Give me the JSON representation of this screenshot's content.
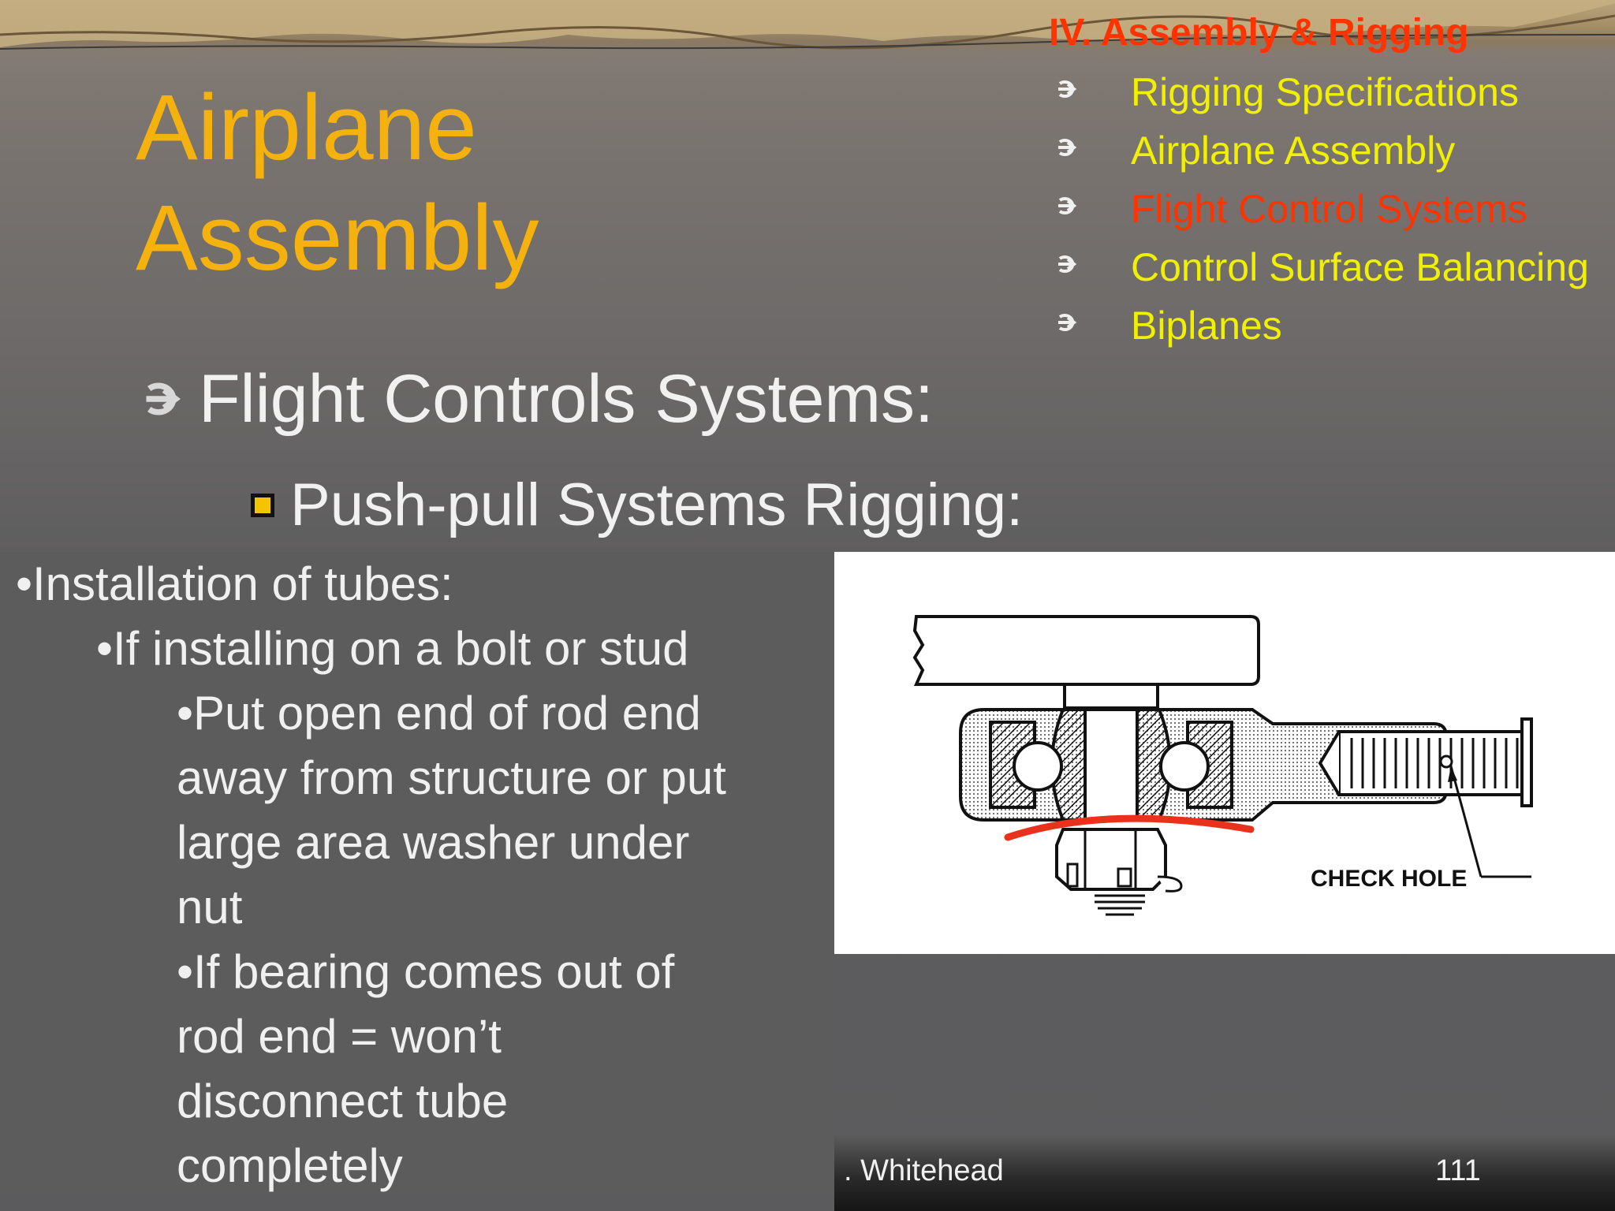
{
  "slide": {
    "title_line1": "Airplane",
    "title_line2": "Assembly",
    "agenda_heading": "IV.  Assembly & Rigging",
    "agenda": [
      {
        "label": "Rigging Specifications",
        "current": false
      },
      {
        "label": "Airplane Assembly",
        "current": false
      },
      {
        "label": "Flight Control Systems",
        "current": true
      },
      {
        "label": "Control Surface Balancing",
        "current": false
      },
      {
        "label": "Biplanes",
        "current": false
      }
    ],
    "bullet_level1": "Flight Controls Systems:",
    "bullet_level2": "Push-pull Systems Rigging:",
    "body_lines": [
      "•Installation of tubes:",
      "•If installing on a bolt or stud",
      "•Put open end of rod end",
      "away from structure or put",
      "large area washer under",
      "nut",
      "•If bearing comes out of",
      "rod end = won’t",
      "disconnect tube",
      "completely"
    ],
    "figure": {
      "callout": "CHECK HOLE",
      "icon": "rod-end-bearing-diagram"
    },
    "footer_author": ". Whitehead",
    "page_number": "111"
  },
  "colors": {
    "title": "#f5b20f",
    "agenda_item": "#f0f000",
    "agenda_current": "#ff3300",
    "body_text": "#f0f0f0",
    "highlight_curve": "#e8321c"
  }
}
